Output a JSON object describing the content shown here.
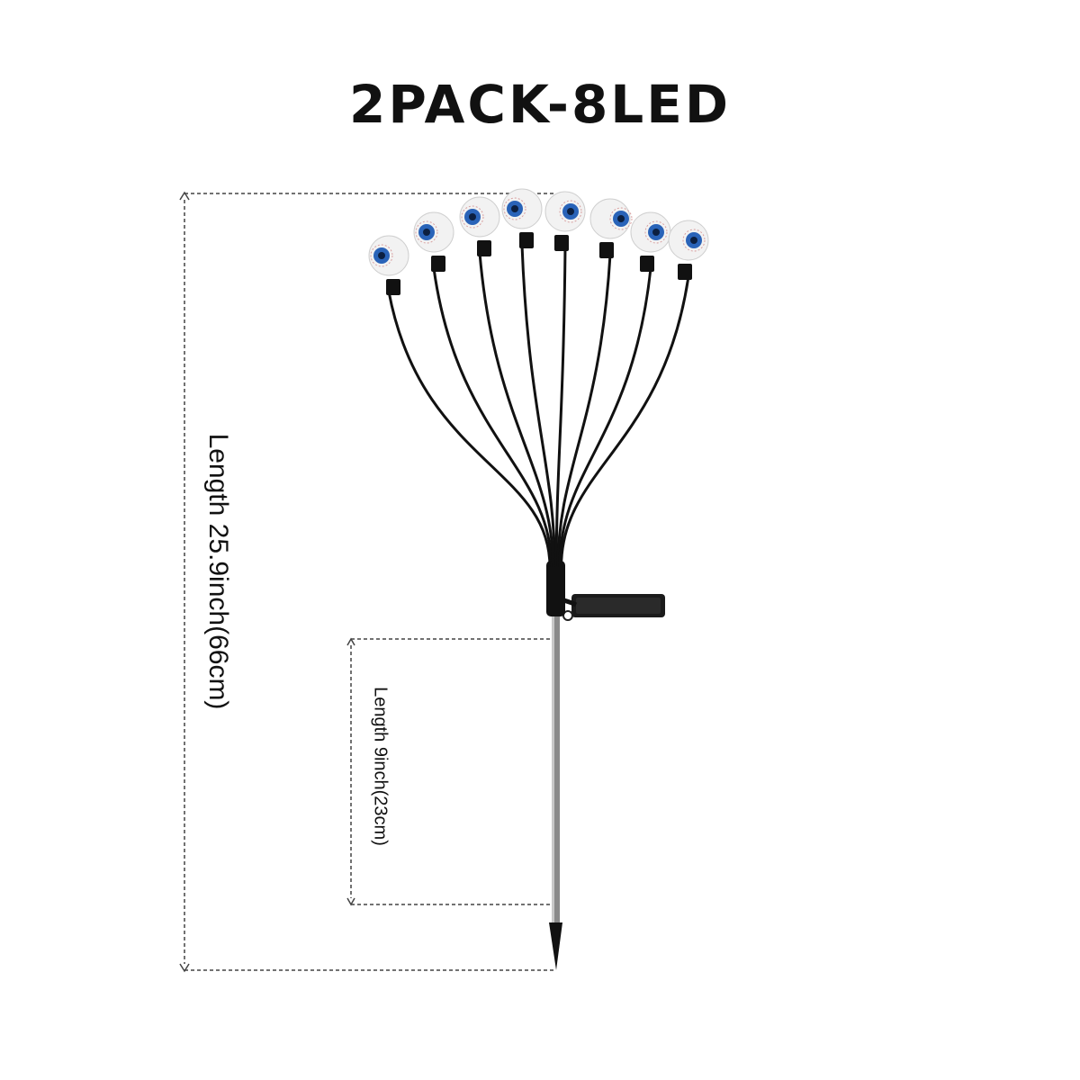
{
  "title": "2PACK-8LED",
  "dimensions": {
    "total_length": "Length 25.9inch(66cm)",
    "stake_length": "Length 9inch(23cm)"
  },
  "product": {
    "led_count": 8,
    "colors": {
      "eyeball": "#f2f2f2",
      "iris": "#2a63b8",
      "pupil": "#0c1f40",
      "wire": "#111111",
      "stake": "#8a8a8a",
      "dimension_line": "#444444"
    }
  }
}
